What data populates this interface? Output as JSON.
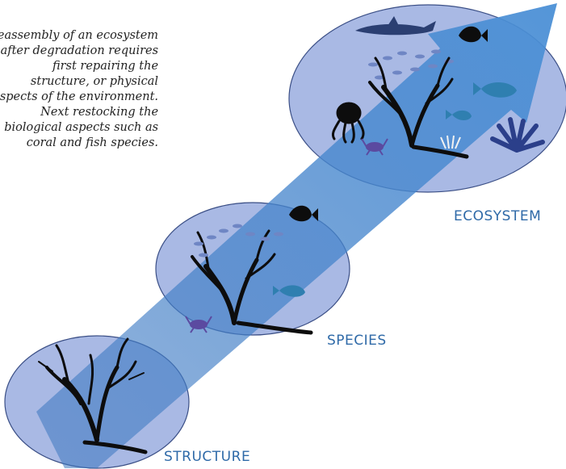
{
  "caption": "Reassembly of an ecosystem\nafter degradation requires\nfirst repairing the\nstructure, or physical\naspects of the environment.\nNext restocking the\nbiological aspects such as\ncoral and fish species.",
  "stages": {
    "ecosystem": "ECOSYSTEM",
    "species": "SPECIES",
    "structure": "STRUCTURE"
  },
  "colors": {
    "ellipse_fill": "#a9b9e4",
    "ellipse_stroke": "#3b4f86",
    "arrow": "#4a86c8",
    "label": "#2f6aa8",
    "silhouette": "#0d0d0d",
    "fish_school": "#6f86c4",
    "reef_fish": "#2f7fb0",
    "crab": "#5b4aa0",
    "shark": "#2b3f72"
  }
}
